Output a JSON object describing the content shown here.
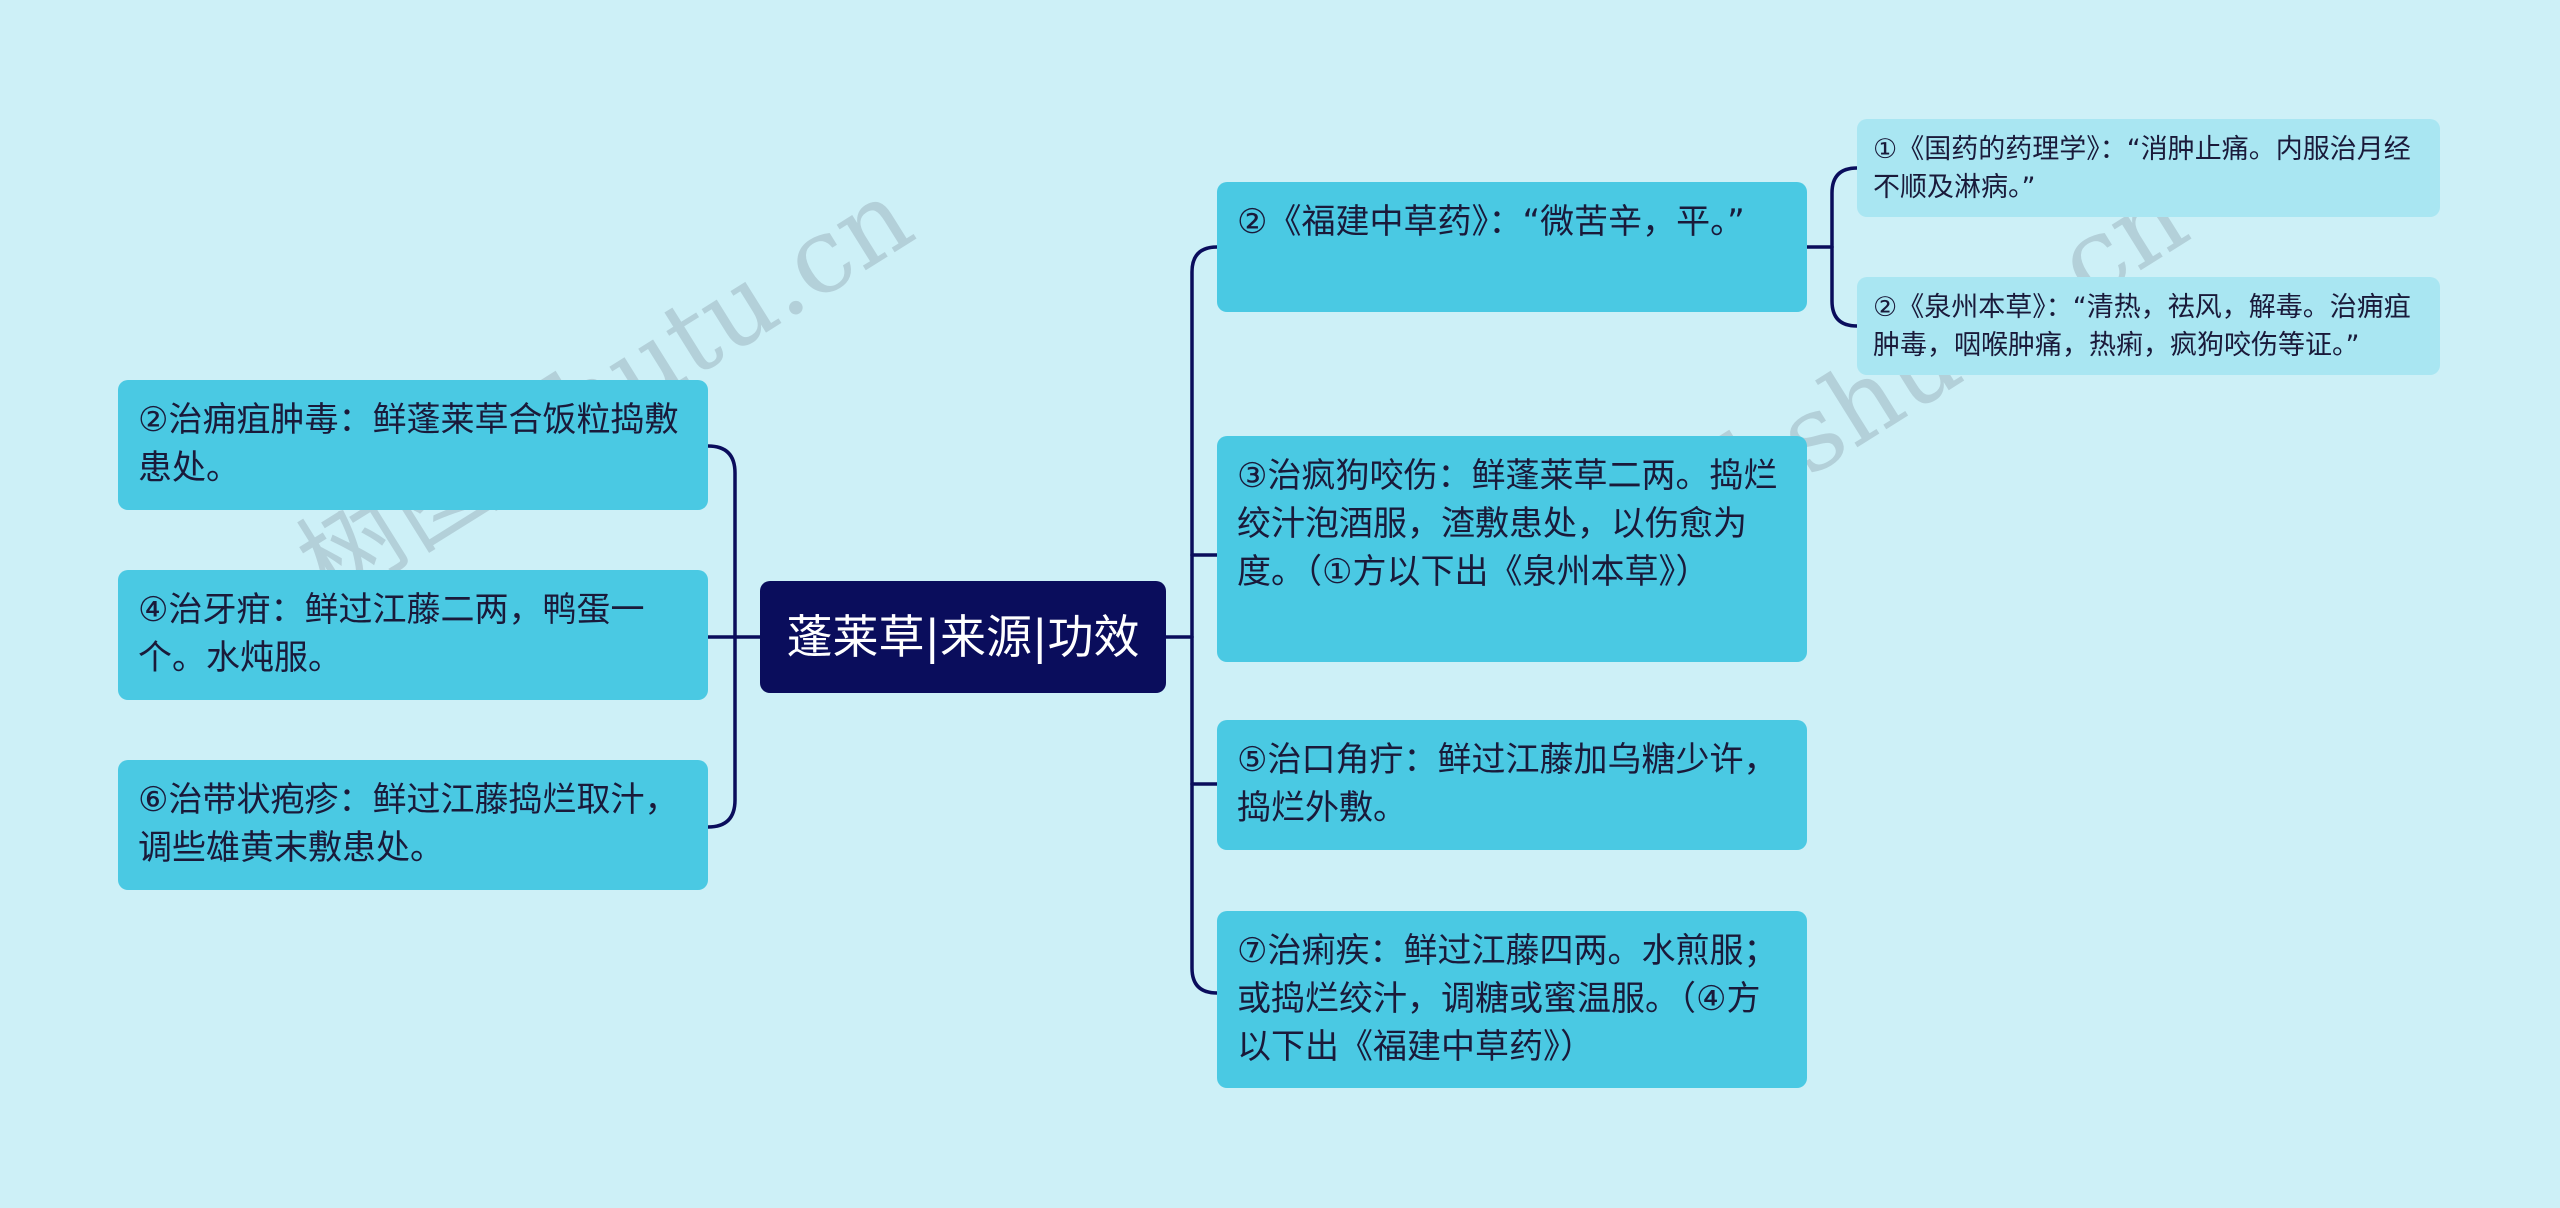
{
  "root": {
    "label": "蓬莱草|来源|功效"
  },
  "left_branches": [
    {
      "text": "②治痈疽肿毒：鲜蓬莱草合饭粒捣敷患处。"
    },
    {
      "text": "④治牙疳：鲜过江藤二两，鸭蛋一个。水炖服。"
    },
    {
      "text": "⑥治带状疱疹：鲜过江藤捣烂取汁，调些雄黄末敷患处。"
    }
  ],
  "right_branches": [
    {
      "text": "②《福建中草药》：“微苦辛，平。”",
      "children": [
        {
          "text": "①《国药的药理学》：“消肿止痛。内服治月经不顺及淋病。”"
        },
        {
          "text": "②《泉州本草》：“清热，祛风，解毒。治痈疽肿毒，咽喉肿痛，热痢，疯狗咬伤等证。”"
        }
      ]
    },
    {
      "text": "③治疯狗咬伤：鲜蓬莱草二两。捣烂绞汁泡酒服，渣敷患处，以伤愈为度。（①方以下出《泉州本草》）"
    },
    {
      "text": "⑤治口角疔：鲜过江藤加乌糖少许，捣烂外敷。"
    },
    {
      "text": "⑦治痢疾：鲜过江藤四两。水煎服；或捣烂绞汁，调糖或蜜温服。（④方以下出《福建中草药》）"
    }
  ],
  "watermark": {
    "text": "树图 shutu.cn"
  },
  "colors": {
    "background": "#cdf0f7",
    "root_fill": "#0a0d5c",
    "branch_fill": "#4ac9e3",
    "leaf_fill": "#a9e6f2",
    "connector": "#0a0d5c"
  }
}
